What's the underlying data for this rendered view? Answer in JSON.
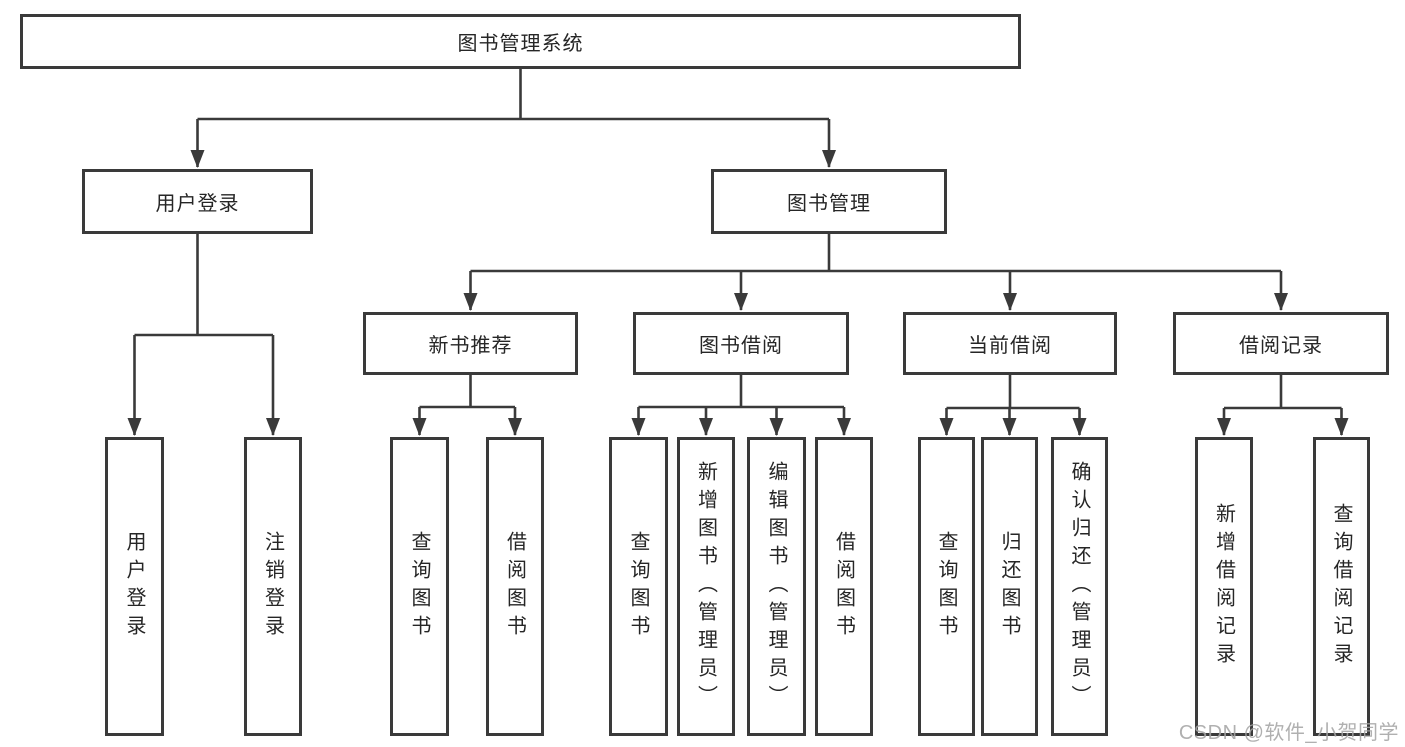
{
  "page": {
    "watermark": "CSDN @软件_小贺同学"
  },
  "colors": {
    "line": "#3a3a3a",
    "box_border": "#3a3a3a",
    "box_bg": "#ffffff",
    "text": "#262626",
    "watermark": "#a5a5a5"
  },
  "tree": {
    "id": "root",
    "label": "图书管理系统",
    "children": [
      {
        "id": "login",
        "label": "用户登录",
        "children": [
          {
            "id": "login-user",
            "label": "用户登录",
            "vertical": true
          },
          {
            "id": "login-logout",
            "label": "注销登录",
            "vertical": true
          }
        ]
      },
      {
        "id": "mgmt",
        "label": "图书管理",
        "children": [
          {
            "id": "rec",
            "label": "新书推荐",
            "children": [
              {
                "id": "rec-query",
                "label": "查询图书",
                "vertical": true
              },
              {
                "id": "rec-borrow",
                "label": "借阅图书",
                "vertical": true
              }
            ]
          },
          {
            "id": "borrow",
            "label": "图书借阅",
            "children": [
              {
                "id": "borrow-query",
                "label": "查询图书",
                "vertical": true
              },
              {
                "id": "borrow-add",
                "label": "新增图书（管理员）",
                "vertical": true
              },
              {
                "id": "borrow-edit",
                "label": "编辑图书（管理员）",
                "vertical": true
              },
              {
                "id": "borrow-lend",
                "label": "借阅图书",
                "vertical": true
              }
            ]
          },
          {
            "id": "current",
            "label": "当前借阅",
            "children": [
              {
                "id": "current-query",
                "label": "查询图书",
                "vertical": true
              },
              {
                "id": "current-return",
                "label": "归还图书",
                "vertical": true
              },
              {
                "id": "current-confirm",
                "label": "确认归还（管理员）",
                "vertical": true
              }
            ]
          },
          {
            "id": "records",
            "label": "借阅记录",
            "children": [
              {
                "id": "records-add",
                "label": "新增借阅记录",
                "vertical": true
              },
              {
                "id": "records-query",
                "label": "查询借阅记录",
                "vertical": true
              }
            ]
          }
        ]
      }
    ]
  }
}
